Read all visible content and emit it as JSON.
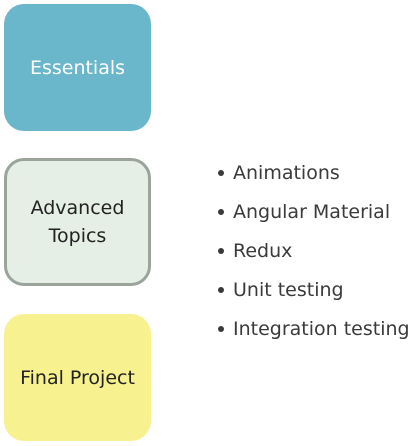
{
  "boxes": {
    "essentials": {
      "label": "Essentials",
      "color": "#6ab6cb"
    },
    "advanced": {
      "label_line1": "Advanced",
      "label_line2": "Topics",
      "color": "#e5efe5",
      "border_color": "#9aa49a"
    },
    "final": {
      "label": "Final Project",
      "color": "#f7f18f"
    }
  },
  "topics": [
    {
      "label": "Animations"
    },
    {
      "label": "Angular Material"
    },
    {
      "label": "Redux"
    },
    {
      "label": "Unit testing"
    },
    {
      "label": "Integration testing"
    }
  ]
}
